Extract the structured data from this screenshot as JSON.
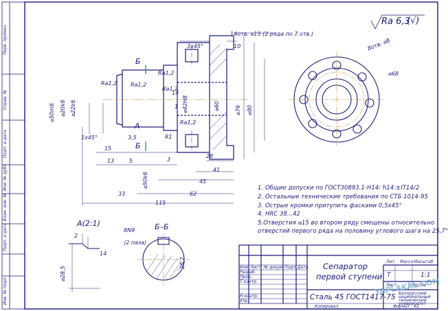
{
  "roughness": {
    "label": "Ra 6,3",
    "mark": "(√)"
  },
  "holes_note": "14отв. ⌀15 (2 ряда по 7 отв.)",
  "main_dims": {
    "chamfer_top": "3x45°",
    "ten": "10",
    "ra_1": "Ra1,2",
    "ra_2": "Ra1,2",
    "ra_3": "Ra1,2",
    "ra_4": "Ra1,2",
    "ra_5": "Ra1,2",
    "d50": "⌀50m6",
    "d20": "⌀20k6",
    "d22": "⌀22k6",
    "d42": "⌀42H8",
    "d60": "⌀60",
    "d76": "⌀76",
    "d90": "⌀90",
    "d50b": "⌀50k6",
    "fourteen": "14",
    "one": "1",
    "r1": "R1",
    "chamfer_left": "1x45°",
    "d15": "15",
    "d13": "13",
    "d5": "5",
    "d35": "3,5",
    "d3": "3",
    "d28": "28",
    "d41": "41",
    "d45": "45",
    "d33": "33",
    "d62": "62",
    "d115": "115",
    "view_a": "A",
    "section_b": "Б"
  },
  "end_view": {
    "holes": "8отв. ⌀8",
    "pcd": "⌀68"
  },
  "notes": [
    "1. Общие допуски по ГОСТ30893.1-H14: h14:±IT14/2",
    "2. Остальные технические требования по СТБ 1014-95",
    "3. Острые кромки притупить фасками 0,5х45°",
    "4. HRC 38...42",
    "5.Отверстия ⌀15 во втором ряду смещены относительно",
    "отверстий первого ряда на половину углового шага на 25,7°"
  ],
  "detail_a": {
    "title": "А(2:1)",
    "d2": "2",
    "d14": "14",
    "d285": "⌀28,5"
  },
  "section_bb": {
    "title": "Б–Б",
    "key": "8N9",
    "key2": "(2 паза)",
    "d26": "26,2"
  },
  "title_block": {
    "name1": "Сепаратор",
    "name2": "первой ступени",
    "material": "Сталь 45 ГОСТ1417-75",
    "lit": "Лит.",
    "mass": "Масса",
    "scale": "Масштаб",
    "scale_value": "1:1",
    "lit_value": "Т",
    "izm": "Изм.",
    "list": "Лист",
    "ndoc": "№ докум.",
    "podp": "Подп.",
    "data": "Дата",
    "razrab": "Разраб.",
    "prov": "Пров.",
    "tkontr": "Т.контр.",
    "nkontr": "Н.контр.",
    "utv": "Утв.",
    "sheet": "Лист",
    "sheets": "Листов",
    "org1": "Белорусский",
    "org2": "национальный",
    "org3": "технический",
    "org4": "университет",
    "kopiroval": "Копировал",
    "format": "Формат",
    "format_value": "A3"
  },
  "side_labels": [
    "Перв. примен.",
    "Справ. №",
    "Подп. и дата",
    "Инв. № дубл.",
    "Взам. инв. №",
    "Подп. и дата",
    "Инв. № подл."
  ],
  "watermark": "YAPLAKAL.COM"
}
